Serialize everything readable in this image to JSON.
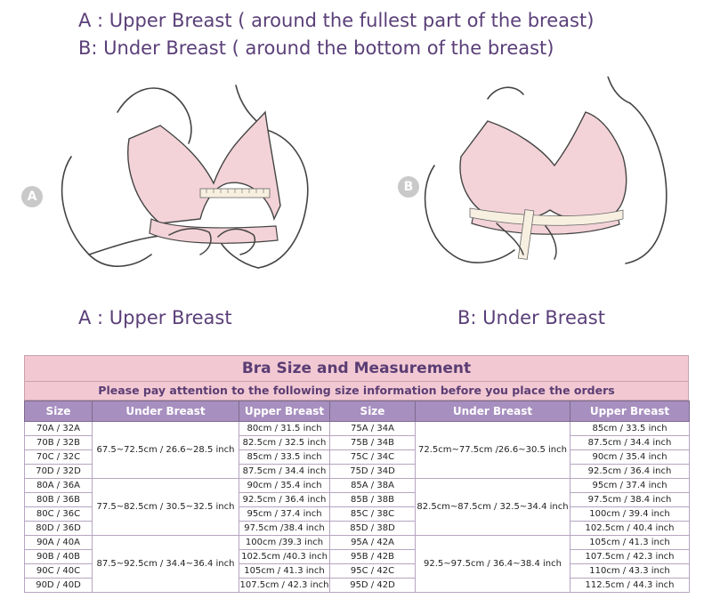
{
  "header": {
    "line_a": "A : Upper Breast ( around the fullest part of the breast)",
    "line_b": "B: Under Breast ( around the bottom of the breast)"
  },
  "illustration": {
    "label_a": "A",
    "label_b": "B",
    "caption_a": "A : Upper Breast",
    "caption_b": "B: Under Breast"
  },
  "table": {
    "title": "Bra Size and Measurement",
    "notice": "Please pay attention to the following size information before you place the orders",
    "headers": [
      "Size",
      "Under Breast",
      "Upper Breast",
      "Size",
      "Under Breast",
      "Upper Breast"
    ],
    "left_groups": [
      {
        "under": "67.5~72.5cm / 26.6~28.5 inch",
        "rows": [
          [
            "70A / 32A",
            "80cm / 31.5 inch"
          ],
          [
            "70B / 32B",
            "82.5cm / 32.5 inch"
          ],
          [
            "70C / 32C",
            "85cm / 33.5 inch"
          ],
          [
            "70D / 32D",
            "87.5cm / 34.4 inch"
          ]
        ]
      },
      {
        "under": "77.5~82.5cm / 30.5~32.5 inch",
        "rows": [
          [
            "80A / 36A",
            "90cm / 35.4 inch"
          ],
          [
            "80B / 36B",
            "92.5cm / 36.4 inch"
          ],
          [
            "80C / 36C",
            "95cm / 37.4 inch"
          ],
          [
            "80D / 36D",
            "97.5cm /38.4 inch"
          ]
        ]
      },
      {
        "under": "87.5~92.5cm / 34.4~36.4 inch",
        "rows": [
          [
            "90A / 40A",
            "100cm /39.3 inch"
          ],
          [
            "90B / 40B",
            "102.5cm /40.3 inch"
          ],
          [
            "90C / 40C",
            "105cm / 41.3 inch"
          ],
          [
            "90D / 40D",
            "107.5cm / 42.3 inch"
          ]
        ]
      }
    ],
    "right_groups": [
      {
        "under": "72.5cm~77.5cm /26.6~30.5 inch",
        "rows": [
          [
            "75A / 34A",
            "85cm / 33.5 inch"
          ],
          [
            "75B / 34B",
            "87.5cm / 34.4 inch"
          ],
          [
            "75C / 34C",
            "90cm / 35.4 inch"
          ],
          [
            "75D / 34D",
            "92.5cm / 36.4 inch"
          ]
        ]
      },
      {
        "under": "82.5cm~87.5cm / 32.5~34.4 inch",
        "rows": [
          [
            "85A / 38A",
            "95cm / 37.4 inch"
          ],
          [
            "85B / 38B",
            "97.5cm / 38.4 inch"
          ],
          [
            "85C / 38C",
            "100cm / 39.4 inch"
          ],
          [
            "85D / 38D",
            "102.5cm / 40.4 inch"
          ]
        ]
      },
      {
        "under": "92.5~97.5cm / 36.4~38.4 inch",
        "rows": [
          [
            "95A / 42A",
            "105cm / 41.3 inch"
          ],
          [
            "95B / 42B",
            "107.5cm / 42.3 inch"
          ],
          [
            "95C / 42C",
            "110cm / 43.3 inch"
          ],
          [
            "95D / 42D",
            "112.5cm / 44.3 inch"
          ]
        ]
      }
    ]
  },
  "colors": {
    "heading_text": "#5a3f78",
    "title_bar": "#f2c9d3",
    "header_row": "#a78fbf",
    "bra_fill": "#f3d3d8"
  }
}
